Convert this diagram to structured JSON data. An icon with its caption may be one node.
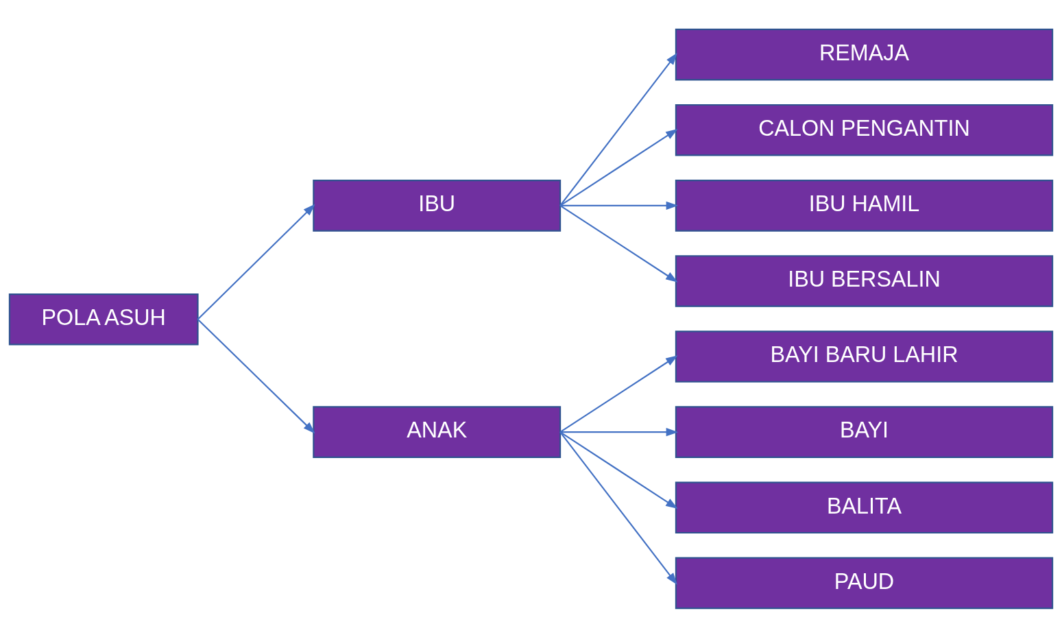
{
  "diagram": {
    "nodes": [
      {
        "text": [
          "POLA ASUH"
        ]
      },
      {
        "text": [
          "IBU"
        ]
      },
      {
        "text": [
          "REMAJA"
        ]
      },
      {
        "text": [
          "CALON PENGANTIN"
        ]
      },
      {
        "text": [
          "IBU HAMIL"
        ]
      },
      {
        "text": [
          "IBU BERSALIN"
        ]
      },
      {
        "text": [
          "ANAK"
        ]
      },
      {
        "text": [
          "BAYI BARU LAHIR"
        ]
      },
      {
        "text": [
          "BAYI"
        ]
      },
      {
        "text": [
          "BALITA"
        ]
      },
      {
        "text": [
          "PAUD"
        ]
      }
    ],
    "edges": [
      {
        "from": 0,
        "to": 1,
        "arrow": "to"
      },
      {
        "from": 0,
        "to": 6,
        "arrow": "to"
      },
      {
        "from": 1,
        "to": 2,
        "arrow": "to"
      },
      {
        "from": 1,
        "to": 3,
        "arrow": "to"
      },
      {
        "from": 1,
        "to": 4,
        "arrow": "to"
      },
      {
        "from": 1,
        "to": 5,
        "arrow": "to"
      },
      {
        "from": 6,
        "to": 7,
        "arrow": "to"
      },
      {
        "from": 6,
        "to": 8,
        "arrow": "to"
      },
      {
        "from": 6,
        "to": 9,
        "arrow": "to"
      },
      {
        "from": 6,
        "to": 10,
        "arrow": "to"
      }
    ]
  }
}
